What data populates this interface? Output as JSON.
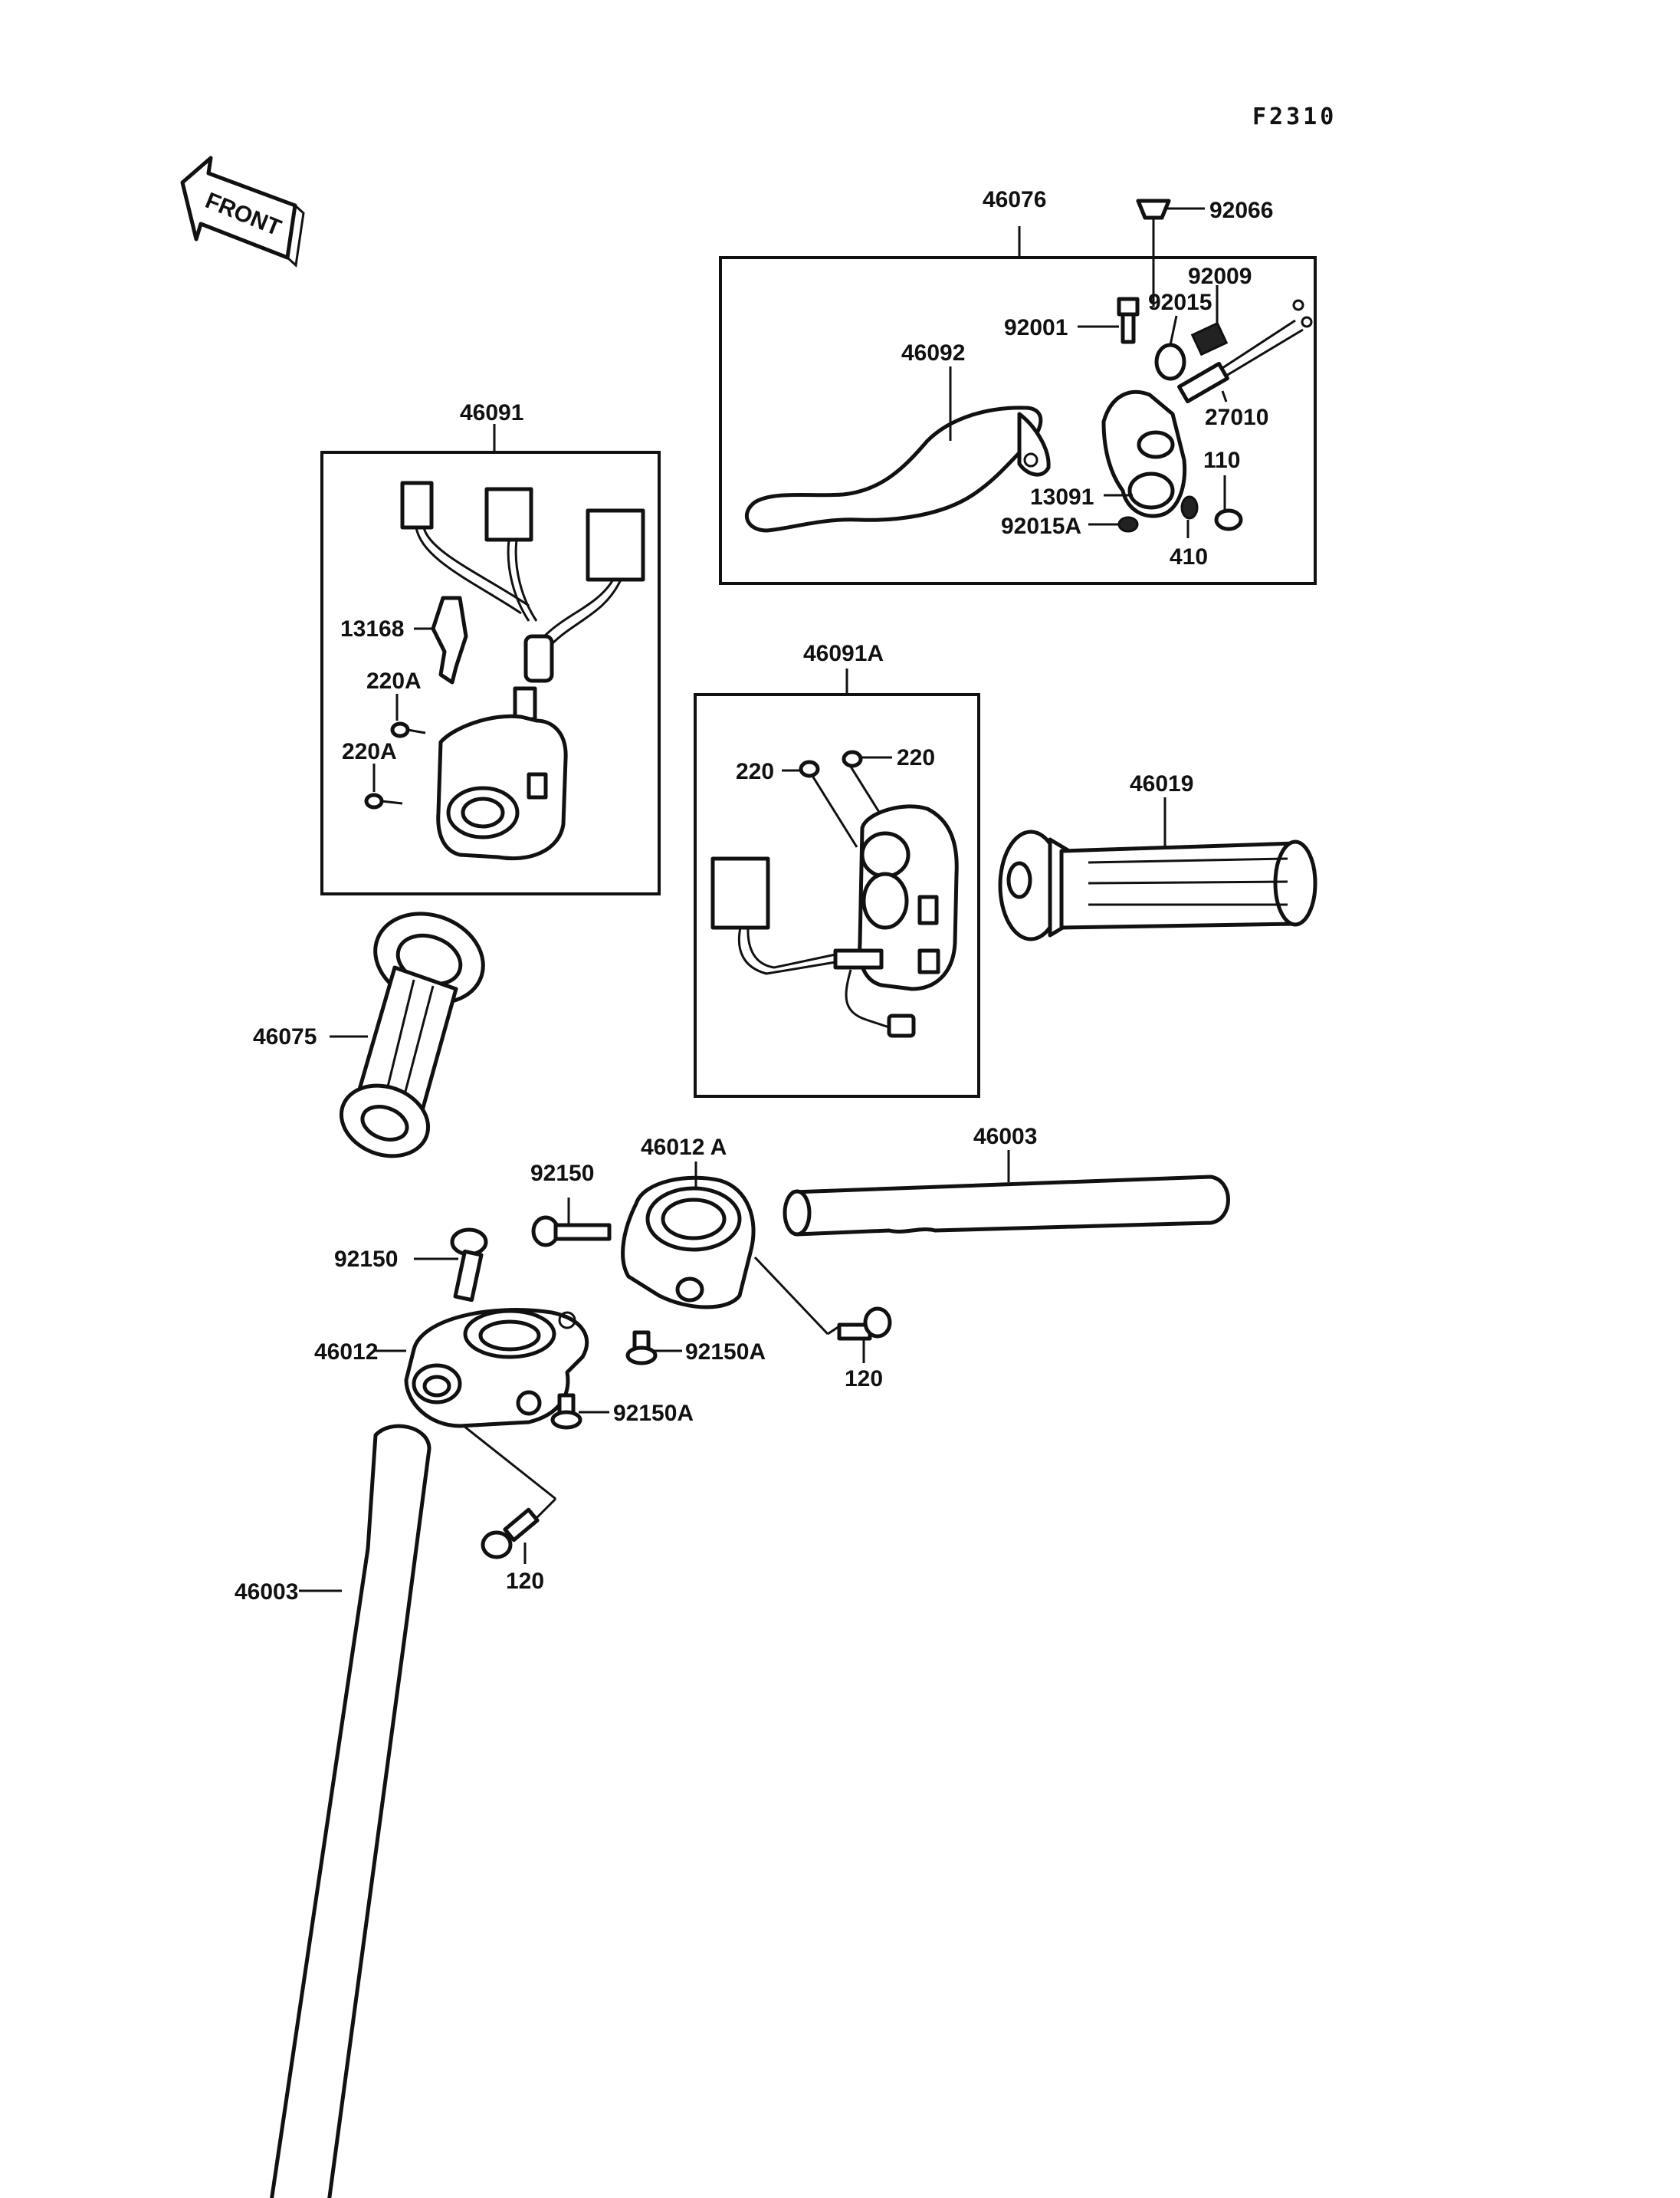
{
  "figure_code": "F2310",
  "direction_label": "FRONT",
  "groups": {
    "g46076": "46076",
    "g46091": "46091",
    "g46091a": "46091A"
  },
  "parts": {
    "p92066": "92066",
    "p92009": "92009",
    "p92015": "92015",
    "p92001": "92001",
    "p46092": "46092",
    "p27010": "27010",
    "p110": "110",
    "p13091": "13091",
    "p92015a": "92015A",
    "p410": "410",
    "p13168": "13168",
    "p220a_1": "220A",
    "p220a_2": "220A",
    "p220_l": "220",
    "p220_r": "220",
    "p46019": "46019",
    "p46075": "46075",
    "p46003_top": "46003",
    "p46012a": "46012 A",
    "p92150_top": "92150",
    "p92150_left": "92150",
    "p46012": "46012",
    "p92150a_top": "92150A",
    "p92150a_bot": "92150A",
    "p120_r": "120",
    "p120_l": "120",
    "p46003_bot": "46003"
  }
}
